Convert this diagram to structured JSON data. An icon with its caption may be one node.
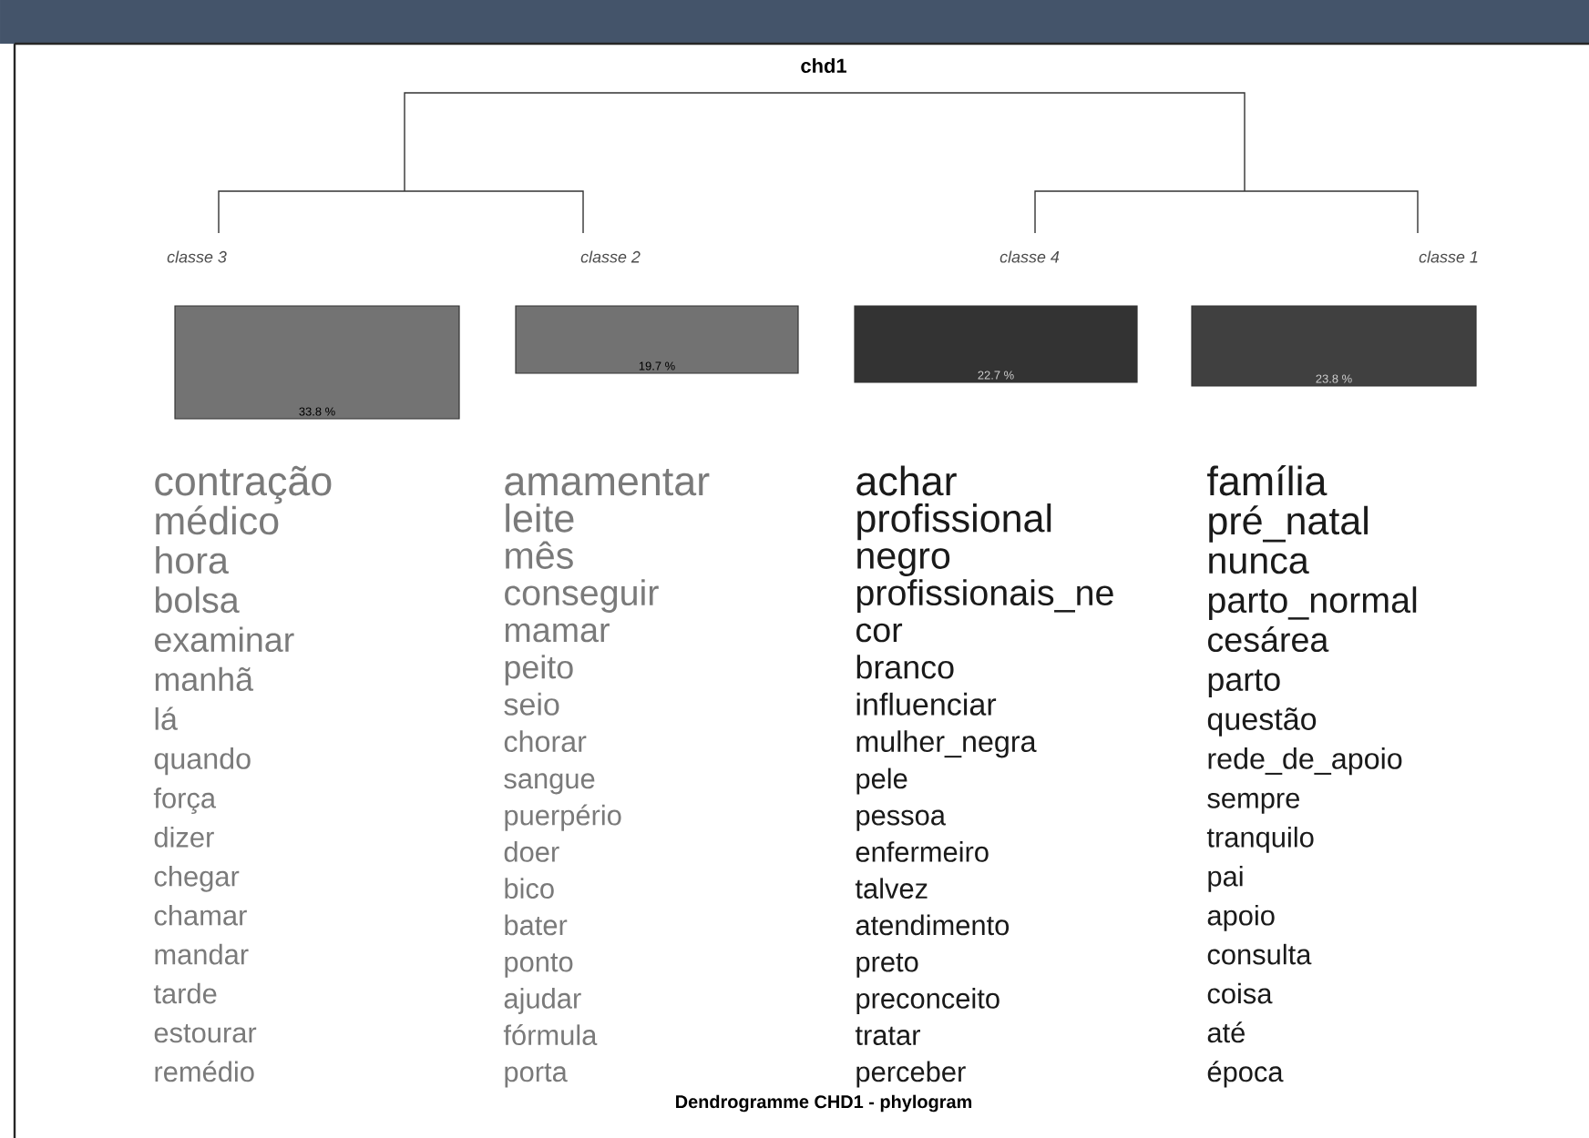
{
  "diagram": {
    "title": "chd1",
    "caption": "Dendrogramme CHD1 - phylogram",
    "nodes": [
      {
        "text": [
          "33.8 %"
        ],
        "beside": [
          "classe 3",
          "contração",
          "médico",
          "hora",
          "bolsa",
          "examinar",
          "manhã",
          "lá",
          "quando",
          "força",
          "dizer",
          "chegar",
          "chamar",
          "mandar",
          "tarde",
          "estourar",
          "remédio"
        ]
      },
      {
        "text": [
          "19.7 %"
        ],
        "beside": [
          "classe 2",
          "amamentar",
          "leite",
          "mês",
          "conseguir",
          "mamar",
          "peito",
          "seio",
          "chorar",
          "sangue",
          "puerpério",
          "doer",
          "bico",
          "bater",
          "ponto",
          "ajudar",
          "fórmula",
          "porta"
        ]
      },
      {
        "text": [
          "22.7 %"
        ],
        "beside": [
          "classe 4",
          "achar",
          "profissional",
          "negro",
          "profissionais_ne",
          "cor",
          "branco",
          "influenciar",
          "mulher_negra",
          "pele",
          "pessoa",
          "enfermeiro",
          "talvez",
          "atendimento",
          "preto",
          "preconceito",
          "tratar",
          "perceber"
        ]
      },
      {
        "text": [
          "23.8 %"
        ],
        "beside": [
          "classe 1",
          "família",
          "pré_natal",
          "nunca",
          "parto_normal",
          "cesárea",
          "parto",
          "questão",
          "rede_de_apoio",
          "sempre",
          "tranquilo",
          "pai",
          "apoio",
          "consulta",
          "coisa",
          "até",
          "época"
        ]
      }
    ]
  }
}
